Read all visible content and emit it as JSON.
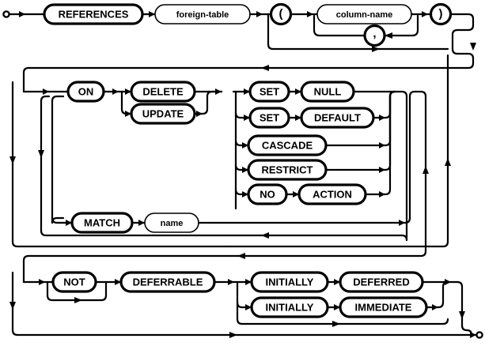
{
  "diagram": {
    "title": "REFERENCES clause syntax diagram",
    "type": "railroad-syntax-diagram",
    "stroke_color": "#000000",
    "background_color": "#ffffff",
    "start_marker": "start-circle",
    "end_marker": "end-circle",
    "rows": [
      {
        "id": "row-references",
        "nodes": [
          {
            "id": "n-references",
            "label": "REFERENCES",
            "kind": "terminal"
          },
          {
            "id": "n-foreign-table",
            "label": "foreign-table",
            "kind": "nonterminal"
          },
          {
            "id": "n-lparen",
            "label": "(",
            "kind": "terminal-punct"
          },
          {
            "id": "n-column-name",
            "label": "column-name",
            "kind": "nonterminal"
          },
          {
            "id": "n-comma",
            "label": ",",
            "kind": "terminal-punct"
          },
          {
            "id": "n-rparen",
            "label": ")",
            "kind": "terminal-punct"
          }
        ]
      },
      {
        "id": "row-on-actions",
        "nodes": [
          {
            "id": "n-on",
            "label": "ON",
            "kind": "terminal"
          },
          {
            "id": "n-delete",
            "label": "DELETE",
            "kind": "terminal"
          },
          {
            "id": "n-update",
            "label": "UPDATE",
            "kind": "terminal"
          },
          {
            "id": "n-set-1",
            "label": "SET",
            "kind": "terminal"
          },
          {
            "id": "n-null",
            "label": "NULL",
            "kind": "terminal"
          },
          {
            "id": "n-set-2",
            "label": "SET",
            "kind": "terminal"
          },
          {
            "id": "n-default",
            "label": "DEFAULT",
            "kind": "terminal"
          },
          {
            "id": "n-cascade",
            "label": "CASCADE",
            "kind": "terminal"
          },
          {
            "id": "n-restrict",
            "label": "RESTRICT",
            "kind": "terminal"
          },
          {
            "id": "n-no",
            "label": "NO",
            "kind": "terminal"
          },
          {
            "id": "n-action",
            "label": "ACTION",
            "kind": "terminal"
          },
          {
            "id": "n-match",
            "label": "MATCH",
            "kind": "terminal"
          },
          {
            "id": "n-name",
            "label": "name",
            "kind": "nonterminal"
          }
        ]
      },
      {
        "id": "row-deferrable",
        "nodes": [
          {
            "id": "n-not",
            "label": "NOT",
            "kind": "terminal"
          },
          {
            "id": "n-deferrable",
            "label": "DEFERRABLE",
            "kind": "terminal"
          },
          {
            "id": "n-initially-1",
            "label": "INITIALLY",
            "kind": "terminal"
          },
          {
            "id": "n-deferred",
            "label": "DEFERRED",
            "kind": "terminal"
          },
          {
            "id": "n-initially-2",
            "label": "INITIALLY",
            "kind": "terminal"
          },
          {
            "id": "n-immediate",
            "label": "IMMEDIATE",
            "kind": "terminal"
          }
        ]
      }
    ],
    "labels": {
      "references": "REFERENCES",
      "foreign_table": "foreign-table",
      "lparen": "(",
      "column_name": "column-name",
      "comma": ",",
      "rparen": ")",
      "on": "ON",
      "delete": "DELETE",
      "update": "UPDATE",
      "set_1": "SET",
      "null": "NULL",
      "set_2": "SET",
      "default": "DEFAULT",
      "cascade": "CASCADE",
      "restrict": "RESTRICT",
      "no": "NO",
      "action": "ACTION",
      "match": "MATCH",
      "name": "name",
      "not": "NOT",
      "deferrable": "DEFERRABLE",
      "initially_1": "INITIALLY",
      "deferred": "DEFERRED",
      "initially_2": "INITIALLY",
      "immediate": "IMMEDIATE"
    }
  }
}
